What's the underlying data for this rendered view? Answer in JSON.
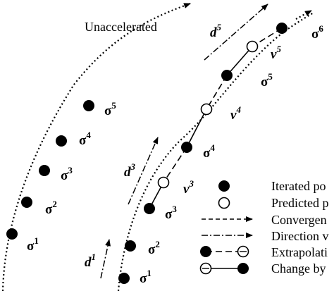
{
  "title": "Unaccelerated",
  "symbols": {
    "sigma": "σ",
    "v": "v",
    "d": "d"
  },
  "left_points": [
    "1",
    "2",
    "3",
    "4",
    "5"
  ],
  "right_points": [
    "1",
    "2",
    "3",
    "4",
    "5",
    "6"
  ],
  "v_labels": [
    "3",
    "4",
    "5"
  ],
  "d_labels": [
    "1",
    "3",
    "5"
  ],
  "legend": [
    "Iterated po",
    "Predicted p",
    "Convergen",
    "Direction v",
    "Extrapolati",
    "Change by"
  ]
}
